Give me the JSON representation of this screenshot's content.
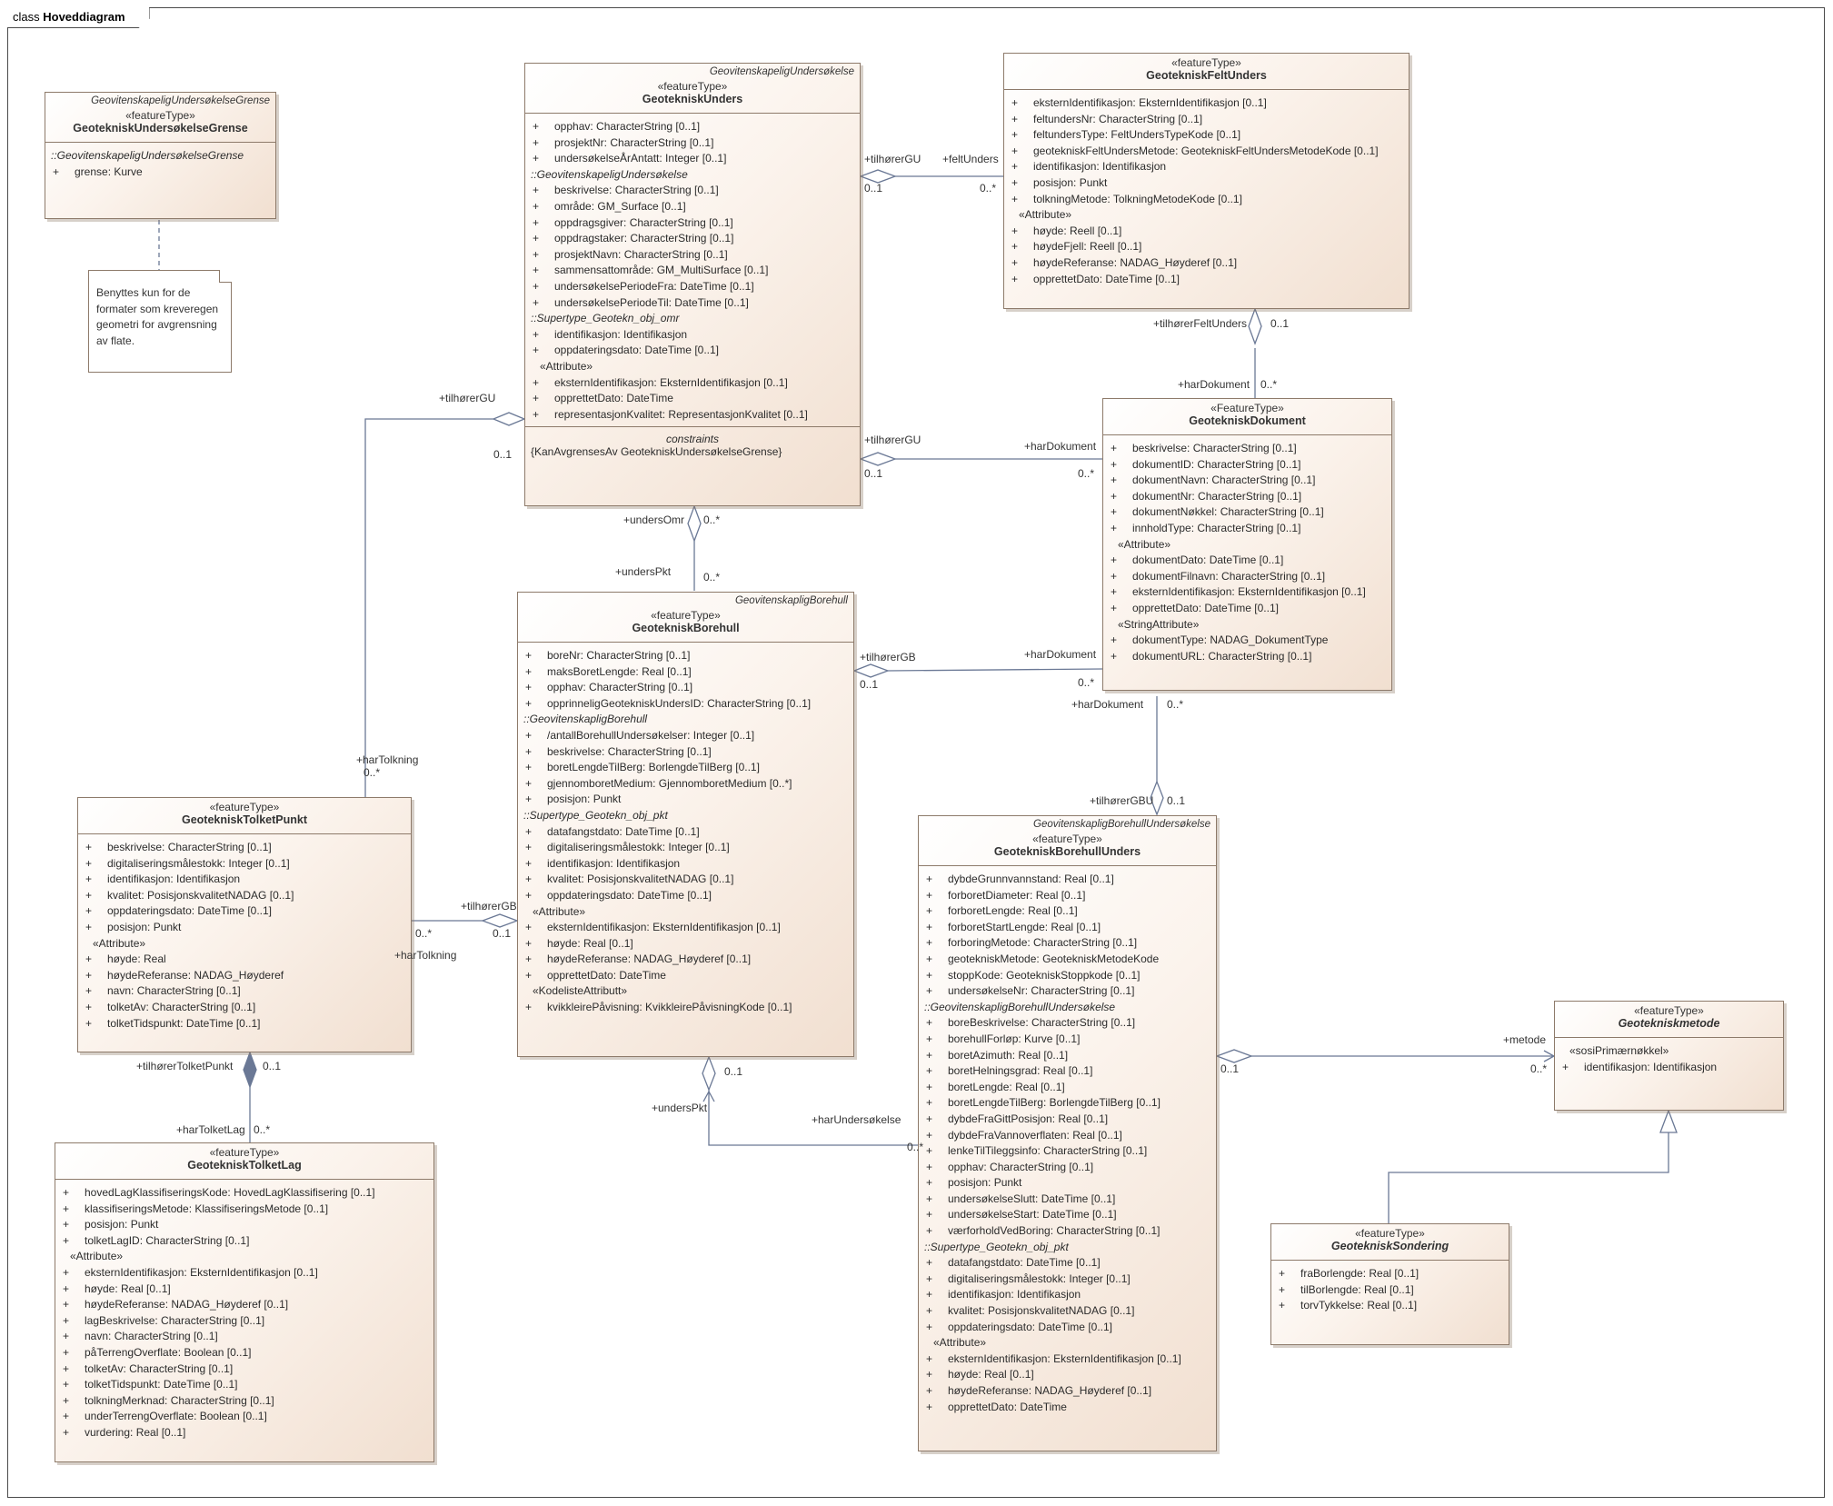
{
  "frame": {
    "prefix": "class",
    "name": "Hoveddiagram"
  },
  "classes": {
    "grense": {
      "pkg": "GeovitenskapeligUndersøkelseGrense",
      "stereotype": "«featureType»",
      "name": "GeotekniskUndersøkelseGrense",
      "sections": [
        {
          "items": [
            {
              "group": "::GeovitenskapeligUndersøkelseGrense"
            },
            {
              "v": "+",
              "t": "grense: Kurve"
            }
          ]
        }
      ]
    },
    "unders": {
      "pkg": "GeovitenskapeligUndersøkelse",
      "stereotype": "«featureType»",
      "name": "GeotekniskUnders",
      "sections": [
        {
          "items": [
            {
              "v": "+",
              "t": "opphav: CharacterString [0..1]"
            },
            {
              "v": "+",
              "t": "prosjektNr: CharacterString [0..1]"
            },
            {
              "v": "+",
              "t": "undersøkelseÅrAntatt: Integer [0..1]"
            },
            {
              "group": "::GeovitenskapeligUndersøkelse"
            },
            {
              "v": "+",
              "t": "beskrivelse: CharacterString [0..1]"
            },
            {
              "v": "+",
              "t": "område: GM_Surface [0..1]"
            },
            {
              "v": "+",
              "t": "oppdragsgiver: CharacterString [0..1]"
            },
            {
              "v": "+",
              "t": "oppdragstaker: CharacterString [0..1]"
            },
            {
              "v": "+",
              "t": "prosjektNavn: CharacterString [0..1]"
            },
            {
              "v": "+",
              "t": "sammensattområde: GM_MultiSurface [0..1]"
            },
            {
              "v": "+",
              "t": "undersøkelsePeriodeFra: DateTime [0..1]"
            },
            {
              "v": "+",
              "t": "undersøkelsePeriodeTil: DateTime [0..1]"
            },
            {
              "group": "::Supertype_Geotekn_obj_omr"
            },
            {
              "v": "+",
              "t": "identifikasjon: Identifikasjon"
            },
            {
              "v": "+",
              "t": "oppdateringsdato: DateTime [0..1]"
            },
            {
              "group": "«Attribute»",
              "plain": true
            },
            {
              "v": "+",
              "t": "eksternIdentifikasjon: EksternIdentifikasjon [0..1]"
            },
            {
              "v": "+",
              "t": "opprettetDato: DateTime"
            },
            {
              "v": "+",
              "t": "representasjonKvalitet: RepresentasjonKvalitet [0..1]"
            }
          ]
        },
        {
          "constraints": "constraints",
          "text": "{KanAvgrensesAv GeotekniskUndersøkelseGrense}"
        }
      ]
    },
    "felt": {
      "pkg": "",
      "stereotype": "«featureType»",
      "name": "GeotekniskFeltUnders",
      "sections": [
        {
          "items": [
            {
              "v": "+",
              "t": "eksternIdentifikasjon: EksternIdentifikasjon [0..1]"
            },
            {
              "v": "+",
              "t": "feltundersNr: CharacterString [0..1]"
            },
            {
              "v": "+",
              "t": "feltundersType: FeltUndersTypeKode [0..1]"
            },
            {
              "v": "+",
              "t": "geotekniskFeltUndersMetode: GeotekniskFeltUndersMetodeKode [0..1]"
            },
            {
              "v": "+",
              "t": "identifikasjon: Identifikasjon"
            },
            {
              "v": "+",
              "t": "posisjon: Punkt"
            },
            {
              "v": "+",
              "t": "tolkningMetode: TolkningMetodeKode [0..1]"
            },
            {
              "group": "«Attribute»",
              "plain": true
            },
            {
              "v": "+",
              "t": "høyde: Reell [0..1]"
            },
            {
              "v": "+",
              "t": "høydeFjell: Reell [0..1]"
            },
            {
              "v": "+",
              "t": "høydeReferanse: NADAG_Høyderef [0..1]"
            },
            {
              "v": "+",
              "t": "opprettetDato: DateTime [0..1]"
            }
          ]
        }
      ]
    },
    "dokument": {
      "pkg": "",
      "stereotype": "«FeatureType»",
      "name": "GeotekniskDokument",
      "sections": [
        {
          "items": [
            {
              "v": "+",
              "t": "beskrivelse: CharacterString [0..1]"
            },
            {
              "v": "+",
              "t": "dokumentID: CharacterString [0..1]"
            },
            {
              "v": "+",
              "t": "dokumentNavn: CharacterString [0..1]"
            },
            {
              "v": "+",
              "t": "dokumentNr: CharacterString [0..1]"
            },
            {
              "v": "+",
              "t": "dokumentNøkkel: CharacterString [0..1]"
            },
            {
              "v": "+",
              "t": "innholdType: CharacterString [0..1]"
            },
            {
              "group": "«Attribute»",
              "plain": true
            },
            {
              "v": "+",
              "t": "dokumentDato: DateTime [0..1]"
            },
            {
              "v": "+",
              "t": "dokumentFilnavn: CharacterString [0..1]"
            },
            {
              "v": "+",
              "t": "eksternIdentifikasjon: EksternIdentifikasjon [0..1]"
            },
            {
              "v": "+",
              "t": "opprettetDato: DateTime [0..1]"
            },
            {
              "group": "«StringAttribute»",
              "plain": true
            },
            {
              "v": "+",
              "t": "dokumentType: NADAG_DokumentType"
            },
            {
              "v": "+",
              "t": "dokumentURL: CharacterString [0..1]"
            }
          ]
        }
      ]
    },
    "borehull": {
      "pkg": "GeovitenskapligBorehull",
      "stereotype": "«featureType»",
      "name": "GeotekniskBorehull",
      "sections": [
        {
          "items": [
            {
              "v": "+",
              "t": "boreNr: CharacterString [0..1]"
            },
            {
              "v": "+",
              "t": "maksBoretLengde: Real [0..1]"
            },
            {
              "v": "+",
              "t": "opphav: CharacterString [0..1]"
            },
            {
              "v": "+",
              "t": "opprinneligGeotekniskUndersID: CharacterString [0..1]"
            },
            {
              "group": "::GeovitenskapligBorehull"
            },
            {
              "v": "+",
              "t": "/antallBorehullUndersøkelser: Integer [0..1]"
            },
            {
              "v": "+",
              "t": "beskrivelse: CharacterString [0..1]"
            },
            {
              "v": "+",
              "t": "boretLengdeTilBerg: BorlengdeTilBerg [0..1]"
            },
            {
              "v": "+",
              "t": "gjennomboretMedium: GjennomboretMedium [0..*]"
            },
            {
              "v": "+",
              "t": "posisjon: Punkt"
            },
            {
              "group": "::Supertype_Geotekn_obj_pkt"
            },
            {
              "v": "+",
              "t": "datafangstdato: DateTime [0..1]"
            },
            {
              "v": "+",
              "t": "digitaliseringsmålestokk: Integer [0..1]"
            },
            {
              "v": "+",
              "t": "identifikasjon: Identifikasjon"
            },
            {
              "v": "+",
              "t": "kvalitet: PosisjonskvalitetNADAG [0..1]"
            },
            {
              "v": "+",
              "t": "oppdateringsdato: DateTime [0..1]"
            },
            {
              "group": "«Attribute»",
              "plain": true
            },
            {
              "v": "+",
              "t": "eksternIdentifikasjon: EksternIdentifikasjon [0..1]"
            },
            {
              "v": "+",
              "t": "høyde: Real [0..1]"
            },
            {
              "v": "+",
              "t": "høydeReferanse: NADAG_Høyderef [0..1]"
            },
            {
              "v": "+",
              "t": "opprettetDato: DateTime"
            },
            {
              "group": "«KodelisteAttributt»",
              "plain": true
            },
            {
              "v": "+",
              "t": "kvikkleirePåvisning: KvikkleirePåvisningKode [0..1]"
            }
          ]
        }
      ]
    },
    "tolketpunkt": {
      "pkg": "",
      "stereotype": "«featureType»",
      "name": "GeotekniskTolketPunkt",
      "sections": [
        {
          "items": [
            {
              "v": "+",
              "t": "beskrivelse: CharacterString [0..1]"
            },
            {
              "v": "+",
              "t": "digitaliseringsmålestokk: Integer [0..1]"
            },
            {
              "v": "+",
              "t": "identifikasjon: Identifikasjon"
            },
            {
              "v": "+",
              "t": "kvalitet: PosisjonskvalitetNADAG [0..1]"
            },
            {
              "v": "+",
              "t": "oppdateringsdato: DateTime [0..1]"
            },
            {
              "v": "+",
              "t": "posisjon: Punkt"
            },
            {
              "group": "«Attribute»",
              "plain": true
            },
            {
              "v": "+",
              "t": "høyde: Real"
            },
            {
              "v": "+",
              "t": "høydeReferanse: NADAG_Høyderef"
            },
            {
              "v": "+",
              "t": "navn: CharacterString [0..1]"
            },
            {
              "v": "+",
              "t": "tolketAv: CharacterString [0..1]"
            },
            {
              "v": "+",
              "t": "tolketTidspunkt: DateTime [0..1]"
            }
          ]
        }
      ]
    },
    "tolketlag": {
      "pkg": "",
      "stereotype": "«featureType»",
      "name": "GeotekniskTolketLag",
      "sections": [
        {
          "items": [
            {
              "v": "+",
              "t": "hovedLagKlassifiseringsKode: HovedLagKlassifisering [0..1]"
            },
            {
              "v": "+",
              "t": "klassifiseringsMetode: KlassifiseringsMetode [0..1]"
            },
            {
              "v": "+",
              "t": "posisjon: Punkt"
            },
            {
              "v": "+",
              "t": "tolketLagID: CharacterString [0..1]"
            },
            {
              "group": "«Attribute»",
              "plain": true
            },
            {
              "v": "+",
              "t": "eksternIdentifikasjon: EksternIdentifikasjon [0..1]"
            },
            {
              "v": "+",
              "t": "høyde: Real [0..1]"
            },
            {
              "v": "+",
              "t": "høydeReferanse: NADAG_Høyderef [0..1]"
            },
            {
              "v": "+",
              "t": "lagBeskrivelse: CharacterString [0..1]"
            },
            {
              "v": "+",
              "t": "navn: CharacterString [0..1]"
            },
            {
              "v": "+",
              "t": "påTerrengOverflate: Boolean [0..1]"
            },
            {
              "v": "+",
              "t": "tolketAv: CharacterString [0..1]"
            },
            {
              "v": "+",
              "t": "tolketTidspunkt: DateTime [0..1]"
            },
            {
              "v": "+",
              "t": "tolkningMerknad: CharacterString [0..1]"
            },
            {
              "v": "+",
              "t": "underTerrengOverflate: Boolean [0..1]"
            },
            {
              "v": "+",
              "t": "vurdering: Real [0..1]"
            }
          ]
        }
      ]
    },
    "borehullunders": {
      "pkg": "GeovitenskapligBorehullUndersøkelse",
      "stereotype": "«featureType»",
      "name": "GeotekniskBorehullUnders",
      "sections": [
        {
          "items": [
            {
              "v": "+",
              "t": "dybdeGrunnvannstand: Real [0..1]"
            },
            {
              "v": "+",
              "t": "forboretDiameter: Real [0..1]"
            },
            {
              "v": "+",
              "t": "forboretLengde: Real [0..1]"
            },
            {
              "v": "+",
              "t": "forboretStartLengde: Real [0..1]"
            },
            {
              "v": "+",
              "t": "forboringMetode: CharacterString [0..1]"
            },
            {
              "v": "+",
              "t": "geotekniskMetode: GeotekniskMetodeKode"
            },
            {
              "v": "+",
              "t": "stoppKode: GeotekniskStoppkode [0..1]"
            },
            {
              "v": "+",
              "t": "undersøkelseNr: CharacterString [0..1]"
            },
            {
              "group": "::GeovitenskapligBorehullUndersøkelse"
            },
            {
              "v": "+",
              "t": "boreBeskrivelse: CharacterString [0..1]"
            },
            {
              "v": "+",
              "t": "borehullForløp: Kurve [0..1]"
            },
            {
              "v": "+",
              "t": "boretAzimuth: Real [0..1]"
            },
            {
              "v": "+",
              "t": "boretHelningsgrad: Real [0..1]"
            },
            {
              "v": "+",
              "t": "boretLengde: Real [0..1]"
            },
            {
              "v": "+",
              "t": "boretLengdeTilBerg: BorlengdeTilBerg [0..1]"
            },
            {
              "v": "+",
              "t": "dybdeFraGittPosisjon: Real [0..1]"
            },
            {
              "v": "+",
              "t": "dybdeFraVannoverflaten: Real [0..1]"
            },
            {
              "v": "+",
              "t": "lenkeTilTileggsinfo: CharacterString [0..1]"
            },
            {
              "v": "+",
              "t": "opphav: CharacterString [0..1]"
            },
            {
              "v": "+",
              "t": "posisjon: Punkt"
            },
            {
              "v": "+",
              "t": "undersøkelseSlutt: DateTime [0..1]"
            },
            {
              "v": "+",
              "t": "undersøkelseStart: DateTime [0..1]"
            },
            {
              "v": "+",
              "t": "værforholdVedBoring: CharacterString [0..1]"
            },
            {
              "group": "::Supertype_Geotekn_obj_pkt"
            },
            {
              "v": "+",
              "t": "datafangstdato: DateTime [0..1]"
            },
            {
              "v": "+",
              "t": "digitaliseringsmålestokk: Integer [0..1]"
            },
            {
              "v": "+",
              "t": "identifikasjon: Identifikasjon"
            },
            {
              "v": "+",
              "t": "kvalitet: PosisjonskvalitetNADAG [0..1]"
            },
            {
              "v": "+",
              "t": "oppdateringsdato: DateTime [0..1]"
            },
            {
              "group": "«Attribute»",
              "plain": true
            },
            {
              "v": "+",
              "t": "eksternIdentifikasjon: EksternIdentifikasjon [0..1]"
            },
            {
              "v": "+",
              "t": "høyde: Real [0..1]"
            },
            {
              "v": "+",
              "t": "høydeReferanse: NADAG_Høyderef [0..1]"
            },
            {
              "v": "+",
              "t": "opprettetDato: DateTime"
            }
          ]
        }
      ]
    },
    "metode": {
      "pkg": "",
      "stereotype": "«featureType»",
      "name": "Geotekniskmetode",
      "italic": true,
      "sections": [
        {
          "items": [
            {
              "group": "«sosiPrimærnøkkel»",
              "plain": true
            },
            {
              "v": "+",
              "t": "identifikasjon: Identifikasjon"
            }
          ]
        }
      ]
    },
    "sondering": {
      "pkg": "",
      "stereotype": "«featureType»",
      "name": "GeotekniskSondering",
      "italic": true,
      "sections": [
        {
          "items": [
            {
              "v": "+",
              "t": "fraBorlengde: Real [0..1]"
            },
            {
              "v": "+",
              "t": "tilBorlengde: Real [0..1]"
            },
            {
              "v": "+",
              "t": "torvTykkelse: Real [0..1]"
            }
          ]
        }
      ]
    }
  },
  "note": {
    "lines": [
      "Benyttes kun for de",
      "formater som kreveregen",
      "geometri for avgrensning",
      "av flate."
    ]
  },
  "labels": {
    "l1": "+tilhørerGU",
    "l2": "0..1",
    "l3": "+feltUnders",
    "l4": "0..*",
    "l5": "+tilhørerFeltUnders",
    "l6": "0..1",
    "l7": "+harDokument",
    "l8": "0..*",
    "l9": "+tilhørerGU",
    "l10": "0..1",
    "l11": "+harDokument",
    "l12": "0..*",
    "l13": "+tilhørerGU",
    "l14": "0..1",
    "l15": "+undersOmr",
    "l16": "0..*",
    "l17": "+undersPkt",
    "l18": "0..*",
    "l19": "+tilhørerGB",
    "l20": "0..1",
    "l21": "+harDokument",
    "l22": "0..*",
    "l23": "+harDokument",
    "l24": "0..*",
    "l25": "+tilhørerGBU",
    "l26": "0..1",
    "l27": "+harTolkning",
    "l28": "0..*",
    "l29": "+tilhørerGB",
    "l30": "0..1",
    "l31": "0..*",
    "l32": "+harTolkning",
    "l33": "+tilhørerTolketPunkt",
    "l34": "0..1",
    "l35": "+harTolketLag",
    "l36": "0..*",
    "l37": "0..1",
    "l38": "+undersPkt",
    "l39": "+harUndersøkelse",
    "l40": "0..*",
    "l41": "+metode",
    "l42": "0..1",
    "l43": "0..*"
  }
}
